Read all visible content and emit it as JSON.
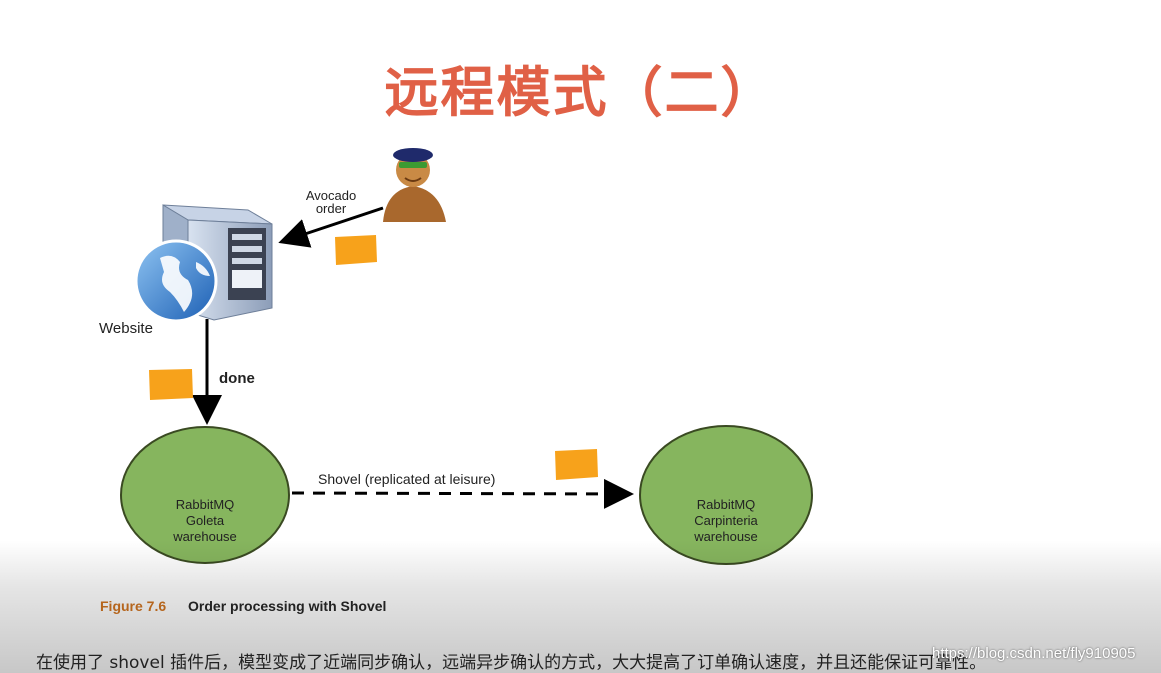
{
  "slide": {
    "title": "远程模式（二）"
  },
  "diagram": {
    "customer_order_label": "Avocado order",
    "website_label": "Website",
    "done_label": "done",
    "shovel_label": "Shovel (replicated at leisure)",
    "node_goleta": {
      "line1": "RabbitMQ",
      "line2": "Goleta",
      "line3": "warehouse"
    },
    "node_carpinteria": {
      "line1": "RabbitMQ",
      "line2": "Carpinteria",
      "line3": "warehouse"
    },
    "colors": {
      "node_fill": "#86b55e",
      "message": "#f7a21b",
      "title": "#e06046"
    },
    "icons": [
      "customer-icon",
      "server-icon",
      "globe-icon",
      "message-icon"
    ]
  },
  "figure": {
    "number": "Figure 7.6",
    "caption": "Order processing with Shovel"
  },
  "body_text": "在使用了 shovel 插件后，模型变成了近端同步确认，远端异步确认的方式，大大提高了订单确认速度，并且还能保证可靠性。",
  "watermark": "https://blog.csdn.net/fly910905"
}
